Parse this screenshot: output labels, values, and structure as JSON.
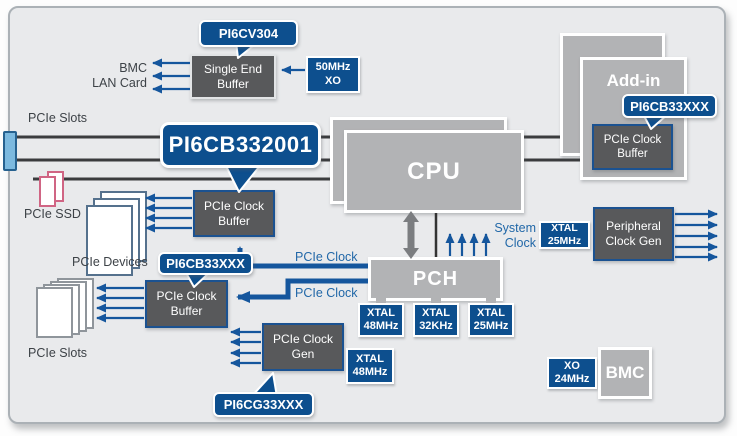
{
  "callouts": {
    "pi6cv304": "PI6CV304",
    "pi6cb332001": "PI6CB332001",
    "pi6cb33xxx_left": "PI6CB33XXX",
    "pi6cb33xxx_addin": "PI6CB33XXX",
    "pi6cg33xxx": "PI6CG33XXX"
  },
  "blocks": {
    "single_end_buffer": "Single End Buffer",
    "cpu": "CPU",
    "pch": "PCH",
    "bmc": "BMC",
    "addin": "Add-in",
    "pcie_clock_buffer_top": "PCIe Clock Buffer",
    "pcie_clock_buffer_bottom": "PCIe Clock Buffer",
    "pcie_clock_buffer_addin": "PCIe Clock Buffer",
    "pcie_clock_gen": "PCIe Clock Gen",
    "peripheral_clock_gen": "Peripheral Clock Gen"
  },
  "crystals": {
    "xo_50mhz": [
      "50MHz",
      "XO"
    ],
    "xtal_48mhz_pch": [
      "XTAL",
      "48MHz"
    ],
    "xtal_32khz_pch": [
      "XTAL",
      "32KHz"
    ],
    "xtal_25mhz_pch": [
      "XTAL",
      "25MHz"
    ],
    "xtal_25mhz_sys": [
      "XTAL",
      "25MHz"
    ],
    "xtal_48mhz_gen": [
      "XTAL",
      "48MHz"
    ],
    "xo_24mhz": [
      "XO",
      "24MHz"
    ]
  },
  "labels": {
    "bmc_lan": [
      "BMC",
      "LAN Card"
    ],
    "pcie_slots_top": "PCIe Slots",
    "pcie_ssd": "PCIe SSD",
    "pcie_devices": "PCIe Devices",
    "pcie_slots_bottom": "PCIe Slots",
    "system_clock": [
      "System",
      "Clock"
    ],
    "pcie_clock_upper": "PCIe Clock",
    "pcie_clock_lower": "PCIe Clock"
  },
  "colors": {
    "accent_blue": "#0d4f8e",
    "arrow_blue": "#15569d",
    "box_gray": "#b2b3b5",
    "box_dark": "#58595b",
    "lane_dark": "#3b3c3e",
    "ssd_pink": "#d06584",
    "panel_bg": "#e9eaec"
  }
}
